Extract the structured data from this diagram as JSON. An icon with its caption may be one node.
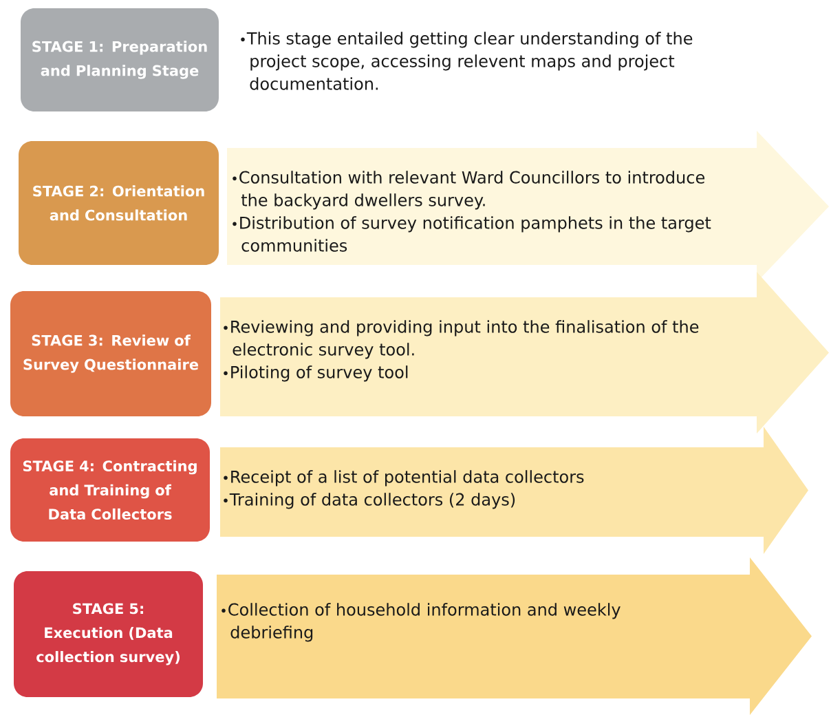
{
  "diagram": {
    "nodes": [
      {
        "text": [
          "STAGE 1: Preparation and Planning Stage"
        ],
        "beside": [
          "This stage entailed getting clear understanding of the project scope, accessing relevent maps and project documentation."
        ]
      },
      {
        "text": [
          "STAGE 2: Orientation and Consultation"
        ]
      },
      {
        "text": [
          "Consultation with relevant Ward Councillors to introduce the backyard dwellers survey.",
          "Distribution of survey notification pamphets in the target communities"
        ]
      },
      {
        "text": [
          "STAGE 3: Review of Survey Questionnaire"
        ]
      },
      {
        "text": [
          "Reviewing and providing input into the finalisation of the electronic survey tool.",
          "Piloting of survey tool"
        ]
      },
      {
        "text": [
          "STAGE 4: Contracting and Training of Data Collectors"
        ]
      },
      {
        "text": [
          "Receipt of a list of potential data collectors",
          "Training of data collectors (2 days)"
        ]
      },
      {
        "text": [
          "STAGE 5: Execution (Data collection survey)"
        ]
      },
      {
        "text": [
          "Collection of household information and weekly debriefing"
        ]
      }
    ],
    "edges": []
  }
}
